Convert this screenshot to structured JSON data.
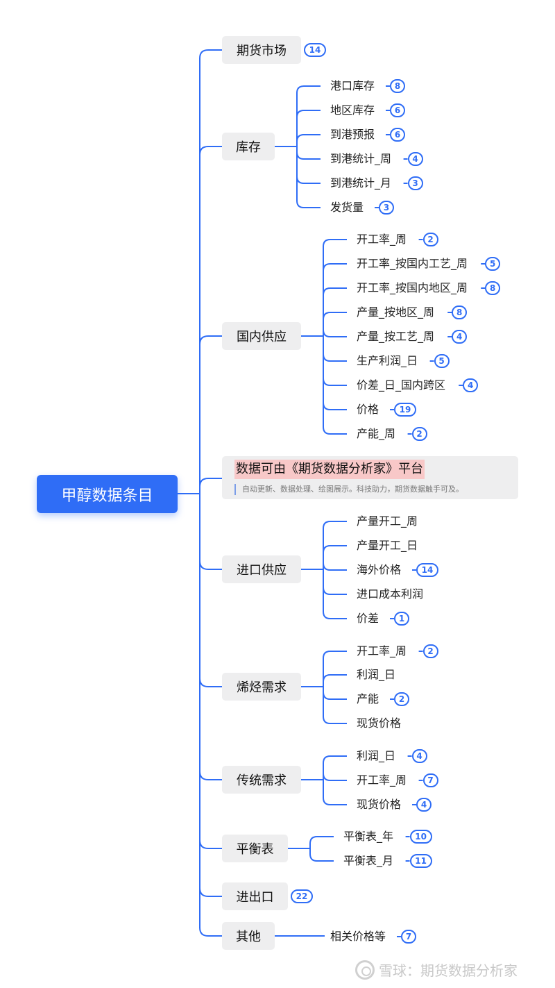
{
  "root": {
    "label": "甲醇数据条目"
  },
  "note": {
    "title": "数据可由《期货数据分析家》平台",
    "subtitle": "自动更新、数据处理、绘图展示。科技助力，期货数据触手可及。"
  },
  "watermark": {
    "text": "雪球：期货数据分析家"
  },
  "branches": [
    {
      "label": "期货市场",
      "count": "14",
      "children": []
    },
    {
      "label": "库存",
      "children": [
        {
          "label": "港口库存",
          "count": "8"
        },
        {
          "label": "地区库存",
          "count": "6"
        },
        {
          "label": "到港预报",
          "count": "6"
        },
        {
          "label": "到港统计_周",
          "count": "4"
        },
        {
          "label": "到港统计_月",
          "count": "3"
        },
        {
          "label": "发货量",
          "count": "3"
        }
      ]
    },
    {
      "label": "国内供应",
      "children": [
        {
          "label": "开工率_周",
          "count": "2"
        },
        {
          "label": "开工率_按国内工艺_周",
          "count": "5"
        },
        {
          "label": "开工率_按国内地区_周",
          "count": "8"
        },
        {
          "label": "产量_按地区_周",
          "count": "8"
        },
        {
          "label": "产量_按工艺_周",
          "count": "4"
        },
        {
          "label": "生产利润_日",
          "count": "5"
        },
        {
          "label": "价差_日_国内跨区",
          "count": "4"
        },
        {
          "label": "价格",
          "count": "19"
        },
        {
          "label": "产能_周",
          "count": "2"
        }
      ]
    },
    {
      "label": "进口供应",
      "children": [
        {
          "label": "产量开工_周"
        },
        {
          "label": "产量开工_日"
        },
        {
          "label": "海外价格",
          "count": "14"
        },
        {
          "label": "进口成本利润"
        },
        {
          "label": "价差",
          "count": "1"
        }
      ]
    },
    {
      "label": "烯烃需求",
      "children": [
        {
          "label": "开工率_周",
          "count": "2"
        },
        {
          "label": "利润_日"
        },
        {
          "label": "产能",
          "count": "2"
        },
        {
          "label": "现货价格"
        }
      ]
    },
    {
      "label": "传统需求",
      "children": [
        {
          "label": "利润_日",
          "count": "4"
        },
        {
          "label": "开工率_周",
          "count": "7"
        },
        {
          "label": "现货价格",
          "count": "4"
        }
      ]
    },
    {
      "label": "平衡表",
      "children": [
        {
          "label": "平衡表_年",
          "count": "10"
        },
        {
          "label": "平衡表_月",
          "count": "11"
        }
      ]
    },
    {
      "label": "进出口",
      "count": "22",
      "children": []
    },
    {
      "label": "其他",
      "children": [
        {
          "label": "相关价格等",
          "count": "7"
        }
      ]
    }
  ],
  "colors": {
    "accent": "#2f6df6",
    "node_bg": "#eeeeef",
    "highlight": "#f8c8c8"
  }
}
